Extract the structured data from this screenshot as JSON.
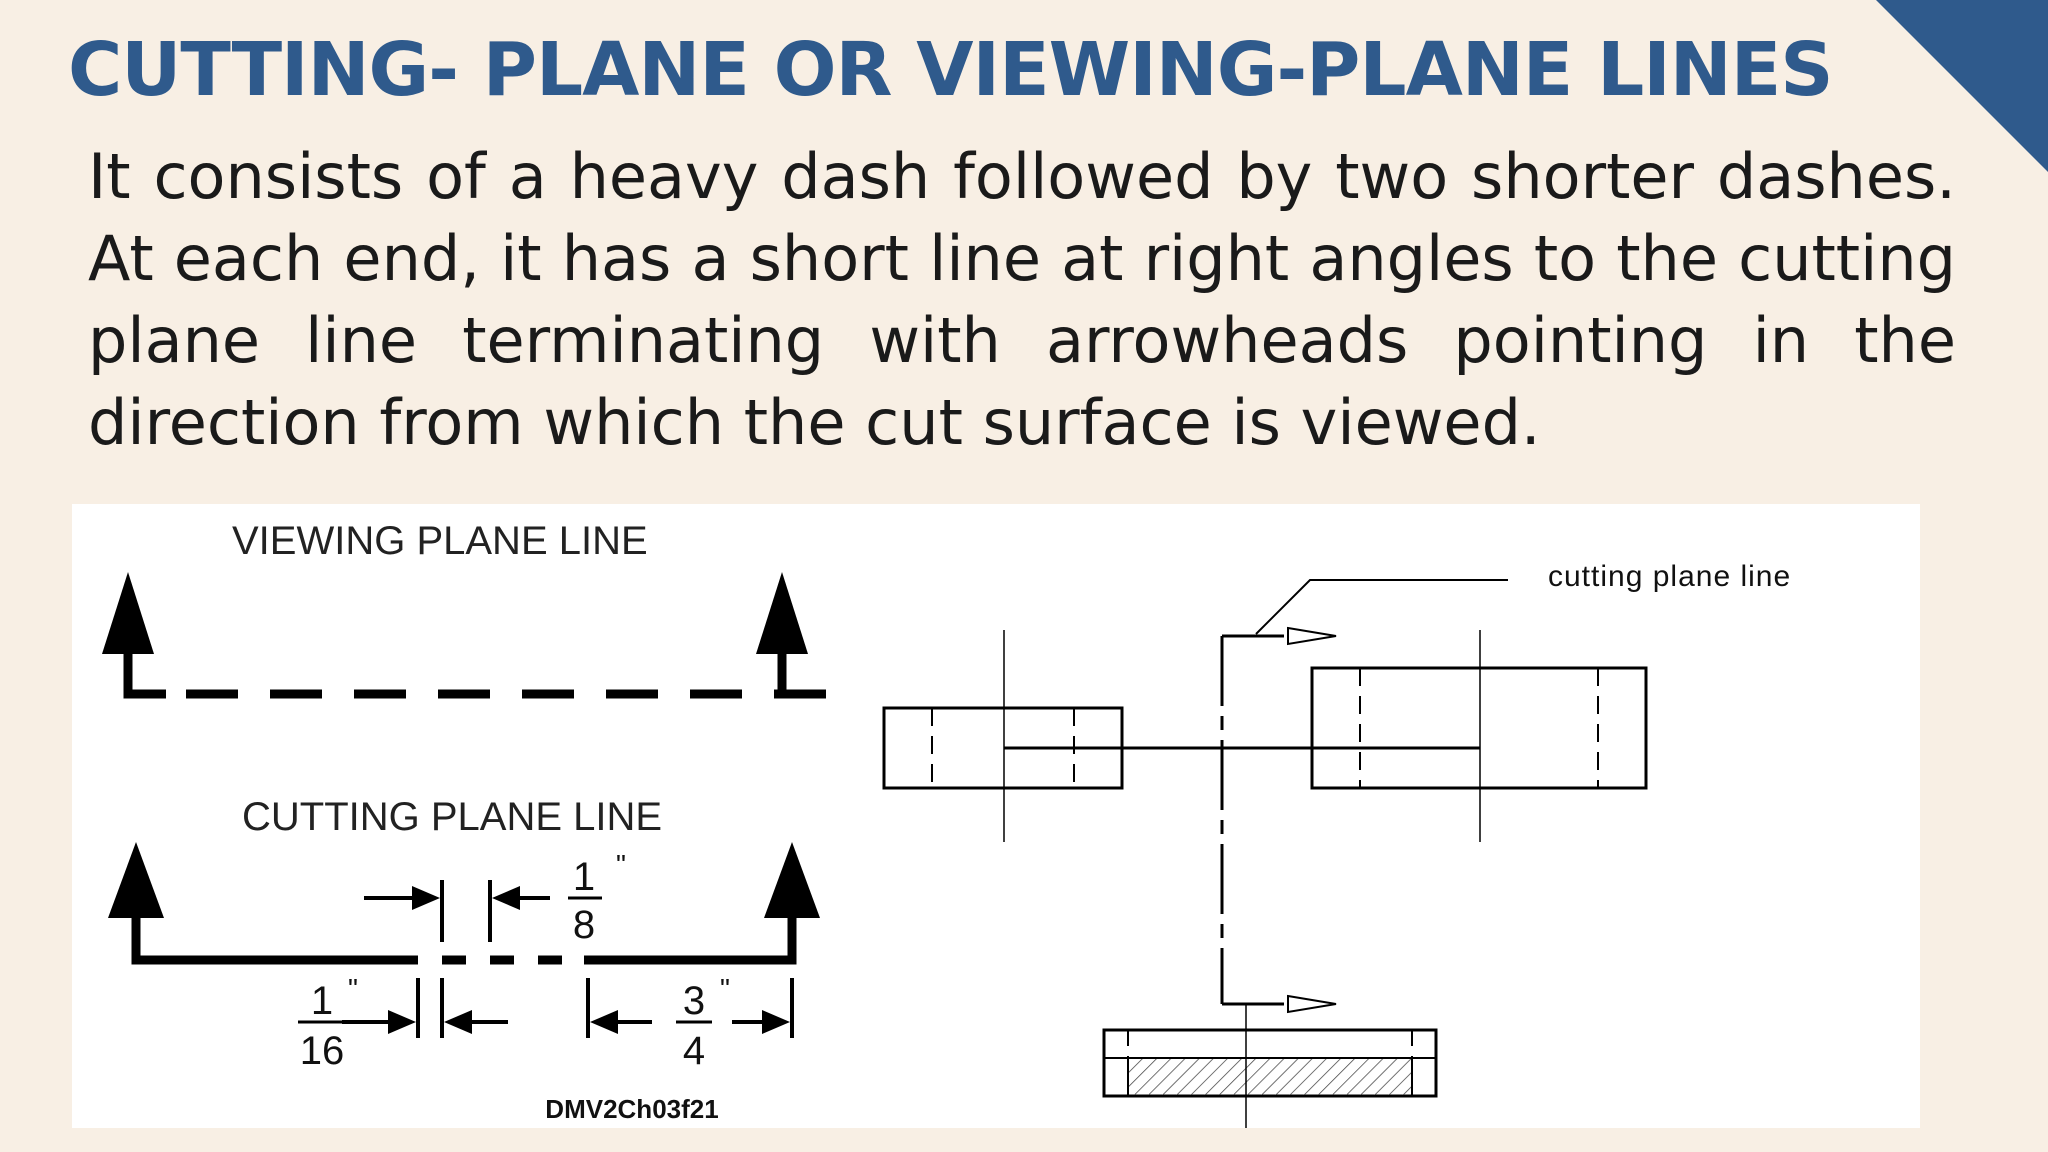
{
  "slide": {
    "title": "CUTTING- PLANE OR VIEWING-PLANE LINES",
    "body": "It consists of a heavy dash followed by two shorter dashes. At each end, it has a short line at right angles to the cutting plane line terminating with arrowheads pointing in the direction from which the cut surface is viewed.",
    "accent_color": "#2f5a8c",
    "background_color": "#f8efe4"
  },
  "figure_left": {
    "viewing_label": "VIEWING PLANE LINE",
    "cutting_label": "CUTTING PLANE LINE",
    "dim_eighth_num": "1",
    "dim_eighth_den": "8",
    "dim_sixteenth_num": "1",
    "dim_sixteenth_den": "16",
    "dim_threequarter_num": "3",
    "dim_threequarter_den": "4",
    "inch_mark": "\"",
    "caption": "DMV2Ch03f21"
  },
  "figure_right": {
    "leader_label": "cutting plane line"
  }
}
